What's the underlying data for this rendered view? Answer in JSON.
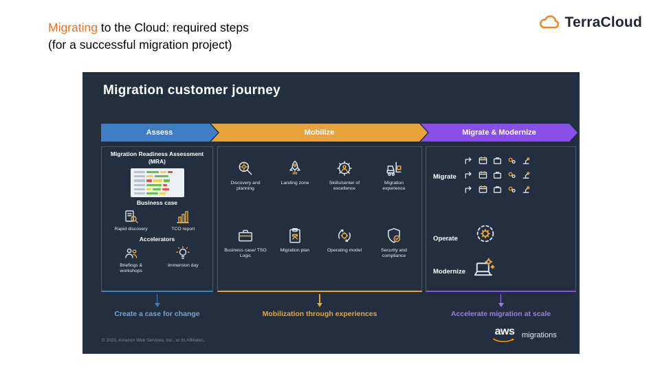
{
  "header": {
    "title_highlight": "Migrating",
    "title_rest": " to the Cloud: required steps",
    "title_line2": "(for a successful migration project)",
    "logo_text": "TerraCloud"
  },
  "colors": {
    "title_accent": "#E87424",
    "panel_bg": "#232F3E",
    "assess": "#3F7DC4",
    "mobilize": "#E8A33D",
    "migrate": "#8A4FE8",
    "caption_assess": "#6FA3DC",
    "caption_mobilize": "#E8A33D",
    "caption_migrate": "#9B7BEA",
    "icon_accent": "#EBA83F",
    "aws_orange": "#FF9900",
    "logo_cloud_orange": "#F58220"
  },
  "panel": {
    "title": "Migration customer journey",
    "phases": [
      {
        "label": "Assess",
        "color": "#3F7DC4"
      },
      {
        "label": "Mobilize",
        "color": "#E8A33D"
      },
      {
        "label": "Migrate & Modernize",
        "color": "#8A4FE8"
      }
    ],
    "assess": {
      "mra_title": "Migration Readiness Assessment (MRA)",
      "business_title": "Business case",
      "business_items": [
        {
          "label": "Rapid discovery",
          "icon": "document-magnifier-icon"
        },
        {
          "label": "TCO report",
          "icon": "bar-chart-icon"
        }
      ],
      "accelerators_title": "Accelerators",
      "accelerator_items": [
        {
          "label": "Briefings & workshops",
          "icon": "people-icon"
        },
        {
          "label": "Immersion day",
          "icon": "lightbulb-icon"
        }
      ]
    },
    "mobilize": {
      "items": [
        {
          "label": "Discovery and planning",
          "icon": "magnifier-gear-icon"
        },
        {
          "label": "Landing zone",
          "icon": "rocket-icon"
        },
        {
          "label": "Skills/center of excellence",
          "icon": "gear-person-icon"
        },
        {
          "label": "Migration experience",
          "icon": "forklift-icon"
        },
        {
          "label": "Business case/ TSO Logic",
          "icon": "briefcase-icon"
        },
        {
          "label": "Migration plan",
          "icon": "clipboard-arrows-icon"
        },
        {
          "label": "Operating model",
          "icon": "cycle-gear-icon"
        },
        {
          "label": "Security and compliance",
          "icon": "shield-check-icon"
        }
      ]
    },
    "migrate": {
      "row_labels": [
        "Migrate",
        "Operate",
        "Modernize"
      ],
      "pipeline_icons": [
        "corner-arrow-icon",
        "calendar-icon",
        "package-icon",
        "gears-icon",
        "robot-arm-icon"
      ],
      "pipeline_rows": 3
    },
    "captions": [
      {
        "text": "Create a case for change",
        "color": "#6FA3DC"
      },
      {
        "text": "Mobilization through experiences",
        "color": "#E8A33D"
      },
      {
        "text": "Accelerate migration at scale",
        "color": "#9B7BEA"
      }
    ],
    "footer": {
      "copyright": "© 2020, Amazon Web Services, Inc., or its Affiliates.",
      "aws_text": "aws",
      "aws_sub": "migrations"
    }
  }
}
